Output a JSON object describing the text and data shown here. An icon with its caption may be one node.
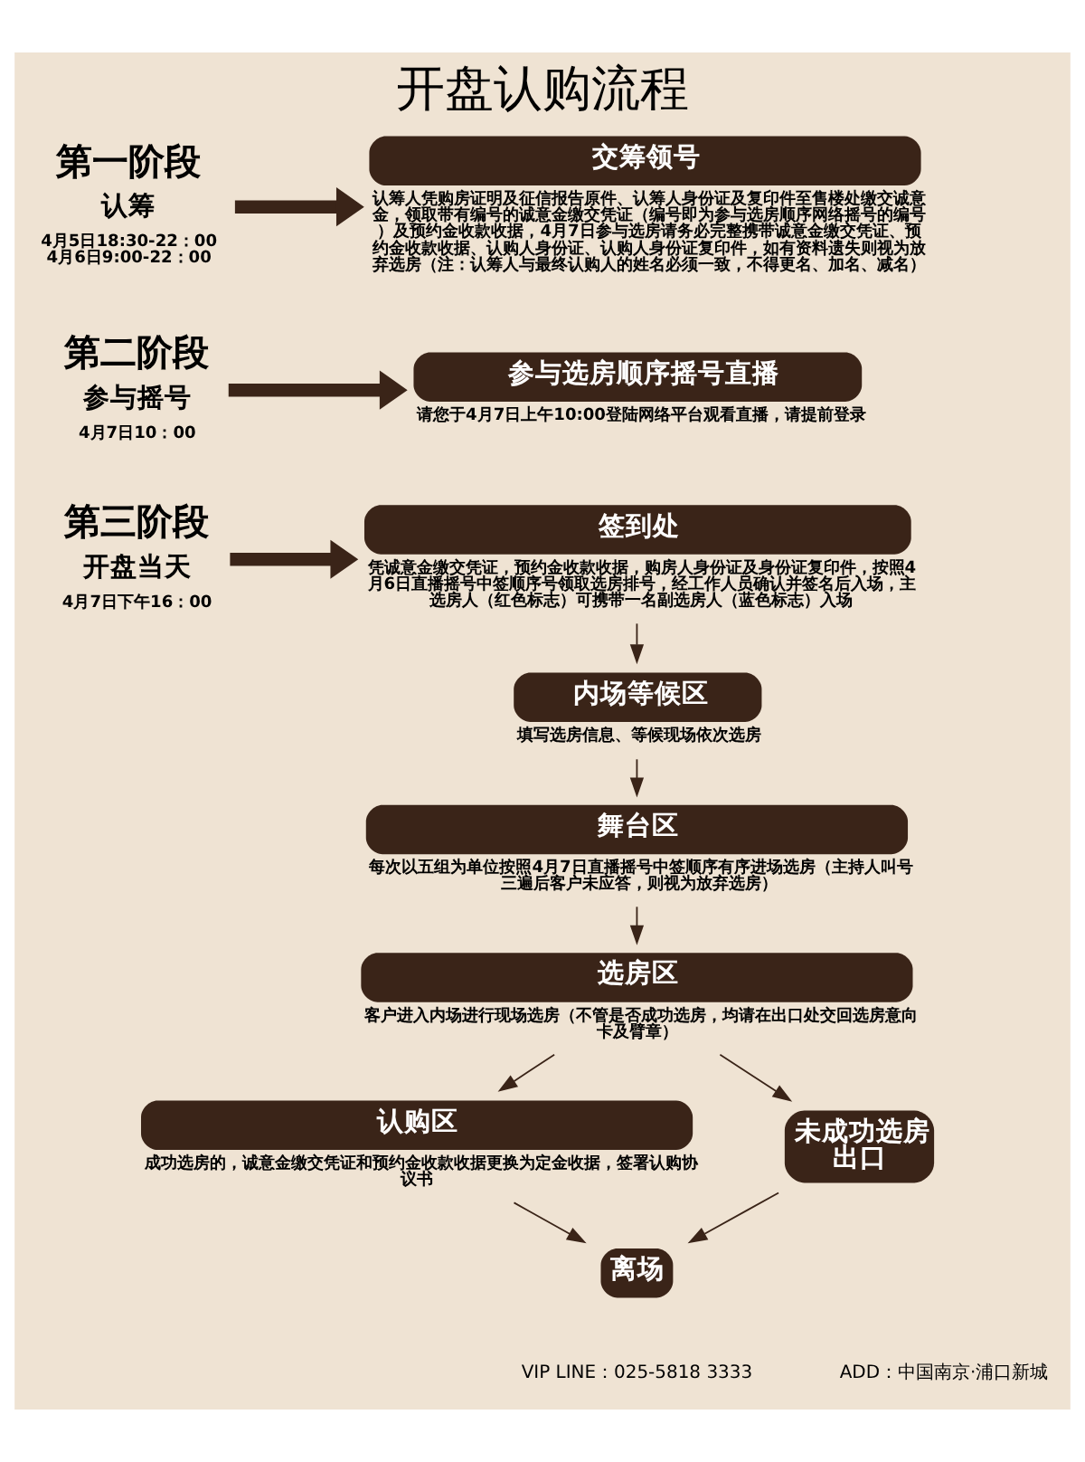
{
  "diagram": {
    "title": "开盘认购流程",
    "nodes": [
      {
        "text": [
          "第一阶段",
          "认筹",
          "4月5日18:30-22：00 4月6日9:00-22：00"
        ]
      },
      {
        "text": [
          "交筹领号",
          "认筹人凭购房证明及征信报告原件、认筹人身份证及复印件至售楼处缴交诚意金，领取带有编号的诚意金缴交凭证（编号即为参与选房顺序网络摇号的编号）及预约金收款收据，4月7日参与选房请务必完整携带诚意金缴交凭证、预约金收款收据、认购人身份证、认购人身份证复印件，如有资料遗失则视为放弃选房（注：认筹人与最终认购人的姓名必须一致，不得更名、加名、减名）"
        ]
      },
      {
        "text": [
          "第二阶段",
          "参与摇号",
          "4月7日10：00"
        ]
      },
      {
        "text": [
          "参与选房顺序摇号直播",
          "请您于4月7日上午10:00登陆网络平台观看直播，请提前登录"
        ]
      },
      {
        "text": [
          "第三阶段",
          "开盘当天",
          "4月7日下午16：00"
        ]
      },
      {
        "text": [
          "签到处",
          "凭诚意金缴交凭证，预约金收款收据，购房人身份证及身份证复印件，按照4月6日直播摇号中签顺序号领取选房排号，经工作人员确认并签名后入场，主选房人（红色标志）可携带一名副选房人（蓝色标志）入场"
        ]
      },
      {
        "text": [
          "内场等候区",
          "填写选房信息、等候现场依次选房"
        ]
      },
      {
        "text": [
          "舞台区",
          "每次以五组为单位按照4月7日直播摇号中签顺序有序进场选房（主持人叫号三遍后客户未应答，则视为放弃选房）"
        ]
      },
      {
        "text": [
          "选房区",
          "客户进入内场进行现场选房（不管是否成功选房，均请在出口处交回选房意向卡及臂章）"
        ]
      },
      {
        "text": [
          "认购区",
          "成功选房的，诚意金缴交凭证和预约金收款收据更换为定金收据，签署认购协议书"
        ]
      },
      {
        "text": [
          "未成功选房出口"
        ]
      },
      {
        "text": [
          "离场"
        ]
      }
    ],
    "edges": [
      {
        "from": 0,
        "to": 1,
        "arrow": "to",
        "style": "thick"
      },
      {
        "from": 2,
        "to": 3,
        "arrow": "to",
        "style": "thick"
      },
      {
        "from": 4,
        "to": 5,
        "arrow": "to",
        "style": "thick"
      },
      {
        "from": 5,
        "to": 6,
        "arrow": "to"
      },
      {
        "from": 6,
        "to": 7,
        "arrow": "to"
      },
      {
        "from": 7,
        "to": 8,
        "arrow": "to"
      },
      {
        "from": 8,
        "to": 9,
        "arrow": "to"
      },
      {
        "from": 8,
        "to": 10,
        "arrow": "to"
      },
      {
        "from": 9,
        "to": 11,
        "arrow": "to"
      },
      {
        "from": 10,
        "to": 11,
        "arrow": "to"
      }
    ],
    "labels": [
      "VIP LINE：025-5818 3333",
      "ADD：中国南京·浦口新城"
    ]
  }
}
